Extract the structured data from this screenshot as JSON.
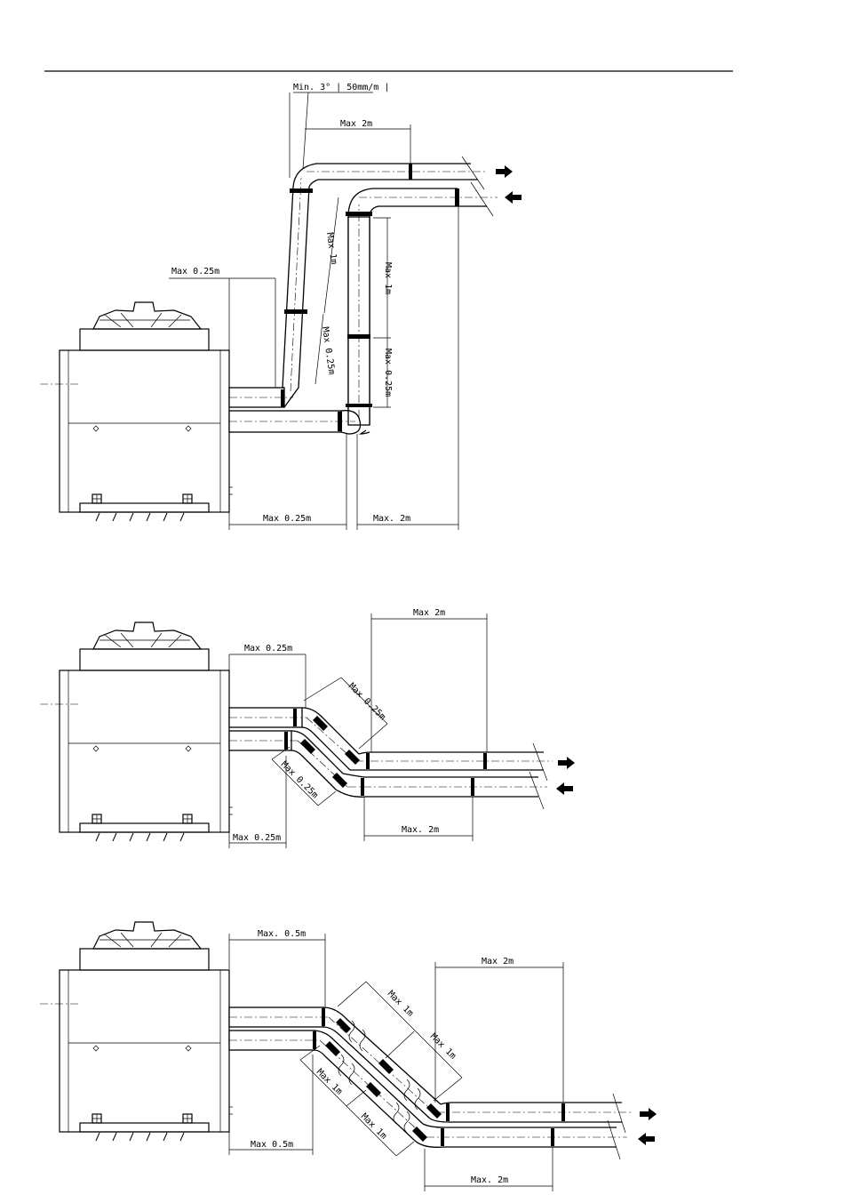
{
  "labels": {
    "slope": "Min. 3° | 50mm/m |",
    "max_2m": "Max 2m",
    "max_2m_dot": "Max. 2m",
    "max_1m": "Max 1m",
    "max_1m_dot": "Max. 1m",
    "max_025m": "Max 0.25m",
    "max_05m_dot": "Max. 0.5m",
    "max_05m": "Max 0.5m"
  },
  "icons": {
    "outflow": "arrow-right-icon",
    "inflow": "arrow-left-icon"
  },
  "colors": {
    "ink": "#000000",
    "paper": "#ffffff"
  }
}
